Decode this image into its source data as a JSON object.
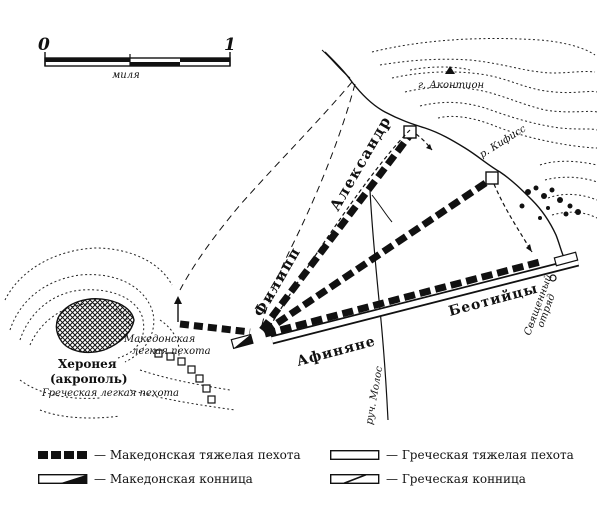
{
  "scale": {
    "zero": "0",
    "one": "1",
    "unit": "миля"
  },
  "places": {
    "mountain": "г. Аконтион",
    "river_kephisos": "р. Кифисс",
    "river_mologos": "руч. Молос",
    "chaeronea_line1": "Херонея",
    "chaeronea_line2": "(акрополь)"
  },
  "units": {
    "alexander": "Александр",
    "philip": "Филипп",
    "boeotians": "Беотийцы",
    "athenians": "Афиняне",
    "sacred_band_line1": "Священный",
    "sacred_band_line2": "отряд",
    "mac_light_line1": "Македонская",
    "mac_light_line2": "легкая пехота",
    "greek_light": "Греческая легкая пехота"
  },
  "legend": [
    {
      "symbol": "mac-heavy",
      "label": "— Македонская тяжелая пехота"
    },
    {
      "symbol": "mac-cav",
      "label": "— Македонская конница"
    },
    {
      "symbol": "greek-heavy",
      "label": "— Греческая тяжелая пехота"
    },
    {
      "symbol": "greek-cav",
      "label": "— Греческая конница"
    }
  ]
}
